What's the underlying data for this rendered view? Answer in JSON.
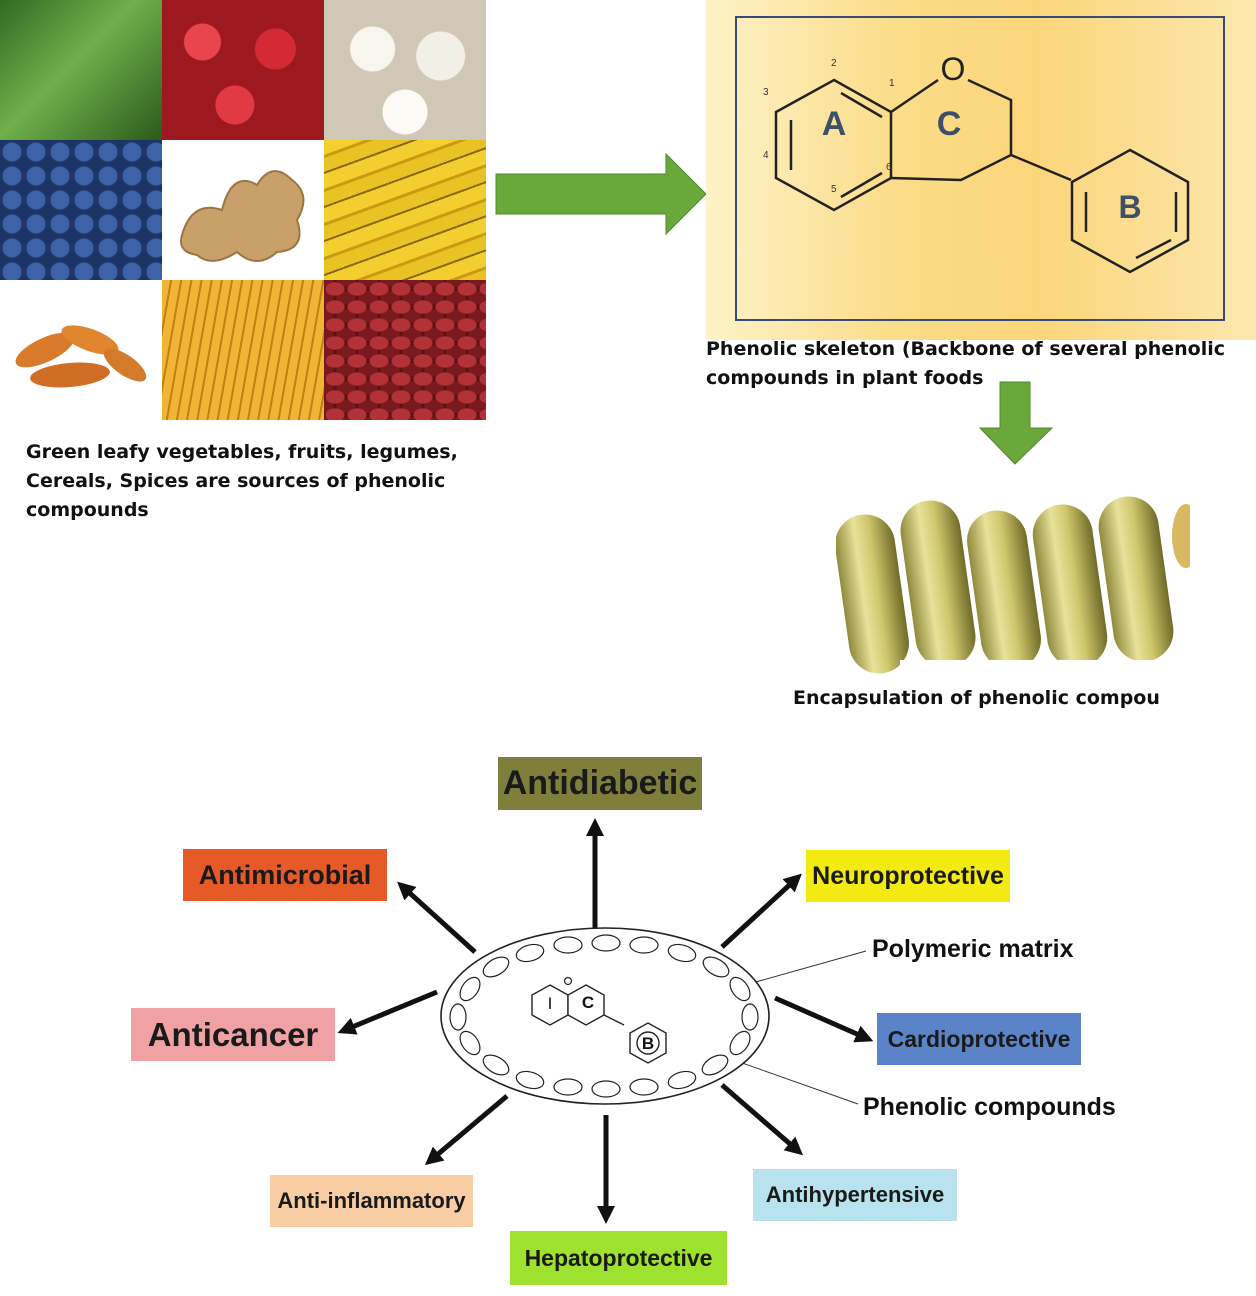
{
  "food_sources": {
    "caption": "Green leafy vegetables, fruits, legumes, Cereals, Spices are sources of phenolic compounds",
    "caption_lines": [
      "Green leafy vegetables, fruits, legumes,",
      "Cereals, Spices are sources of phenolic",
      "compounds"
    ],
    "tiles": [
      {
        "name": "leafy-greens",
        "color": "#3f7a2e"
      },
      {
        "name": "apples",
        "color": "#c0202a"
      },
      {
        "name": "garlic",
        "color": "#e6e1d3"
      },
      {
        "name": "blueberries",
        "color": "#2d4f8a"
      },
      {
        "name": "ginger",
        "color": "#c49a61"
      },
      {
        "name": "bananas",
        "color": "#e3c025"
      },
      {
        "name": "turmeric",
        "color": "#d9792a"
      },
      {
        "name": "corn",
        "color": "#e3a12a"
      },
      {
        "name": "kidney-beans",
        "color": "#8b1f24"
      }
    ]
  },
  "skeleton": {
    "caption": "Phenolic skeleton (Backbone of several phenolic compounds in plant foods",
    "caption_lines": [
      "Phenolic skeleton (Backbone of several phenolic",
      "compounds in plant foods"
    ],
    "atom_o": "O",
    "ring_a": "A",
    "ring_b": "B",
    "ring_c": "C",
    "positions": [
      "1",
      "2",
      "3",
      "4",
      "5",
      "6"
    ]
  },
  "encapsulation": {
    "caption": "Encapsulation of phenolic compou"
  },
  "diagram": {
    "center_rings": {
      "left": "I",
      "middle": "C",
      "right": "B"
    },
    "callouts": {
      "matrix": "Polymeric matrix",
      "phenolic": "Phenolic compounds"
    },
    "activities": {
      "antidiabetic": "Antidiabetic",
      "antimicrobial": "Antimicrobial",
      "neuroprotective": "Neuroprotective",
      "anticancer": "Anticancer",
      "cardioprotective": "Cardioprotective",
      "anti_inflammatory": "Anti-inflammatory",
      "hepatoprotective": "Hepatoprotective",
      "antihypertensive": "Antihypertensive"
    }
  },
  "colors": {
    "arrow_green": "#6aa83c",
    "antidiabetic": "#7f7f3c",
    "antimicrobial": "#e65a28",
    "neuroprotective": "#f2ea10",
    "anticancer": "#f0a1a3",
    "cardioprotective": "#5b84c8",
    "anti_inflammatory": "#f8cda3",
    "hepatoprotective": "#9ee12e",
    "antihypertensive": "#b7e2ee"
  }
}
